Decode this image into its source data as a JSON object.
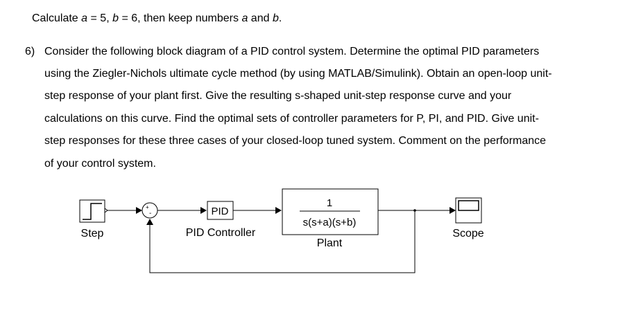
{
  "intro": {
    "prefix": "Calculate ",
    "a_var": "a",
    "a_eq": " = 5, ",
    "b_var": "b",
    "b_eq": " = 6, then keep numbers ",
    "a_var2": "a",
    "and": " and ",
    "b_var2": "b",
    "end": "."
  },
  "question": {
    "number": "6)",
    "lines": [
      "Consider the following block diagram of a PID control system. Determine the optimal PID parameters",
      "using the Ziegler-Nichols ultimate cycle method (by using MATLAB/Simulink). Obtain an open-loop unit-",
      "step response of your plant first. Give the resulting s-shaped unit-step response curve and your",
      "calculations on this curve. Find the optimal sets of controller parameters for P, PI, and PID. Give unit-",
      "step responses for these three cases of your closed-loop tuned system. Comment on the performance",
      "of your control system."
    ]
  },
  "diagram": {
    "step_label": "Step",
    "sum_plus": "+",
    "sum_minus": "-",
    "pid_block_text": "PID",
    "pid_label": "PID Controller",
    "plant_numerator": "1",
    "plant_denominator": "s(s+a)(s+b)",
    "plant_label": "Plant",
    "scope_label": "Scope"
  }
}
